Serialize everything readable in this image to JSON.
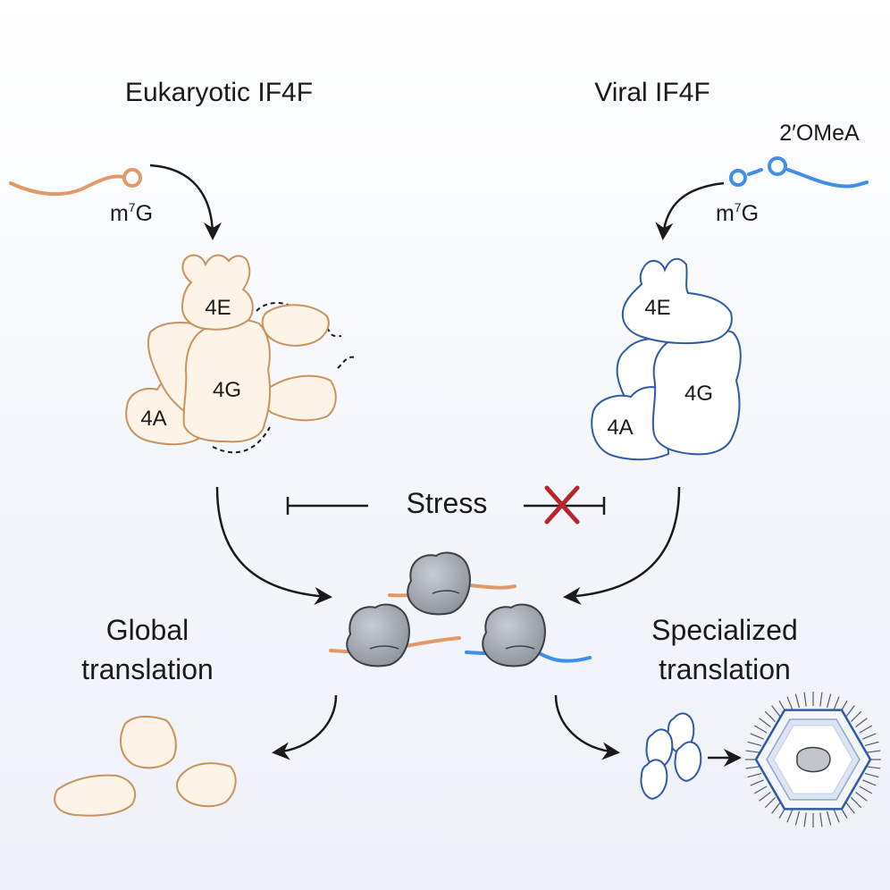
{
  "titles": {
    "left": "Eukaryotic IF4F",
    "right": "Viral IF4F"
  },
  "cap_labels": {
    "left_m": "m",
    "left_sup": "7",
    "left_g": "G",
    "right_m": "m",
    "right_sup": "7",
    "right_g": "G",
    "right_extra": "2′OMeA"
  },
  "proteins": {
    "left_4e": "4E",
    "left_4g": "4G",
    "left_4a": "4A",
    "right_4e": "4E",
    "right_4g": "4G",
    "right_4a": "4A"
  },
  "stress": {
    "label": "Stress"
  },
  "outcomes": {
    "left_line1": "Global",
    "left_line2": "translation",
    "right_line1": "Specialized",
    "right_line2": "translation"
  },
  "colors": {
    "host_rna": "#e2996a",
    "viral_rna": "#3f8ee8",
    "host_fill": "#fdf3e6",
    "host_stroke": "#c9935e",
    "viral_fill": "#ffffff",
    "viral_stroke": "#2f5aa8",
    "ribosome": "#9aa0a8",
    "block_x": "#b8262b"
  }
}
